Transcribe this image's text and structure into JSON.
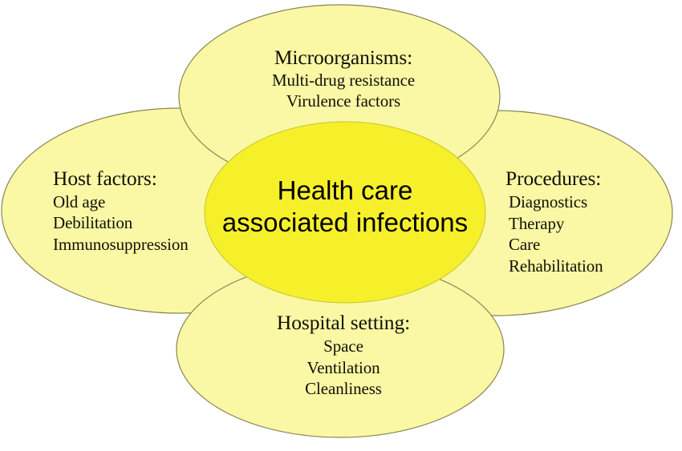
{
  "diagram": {
    "title": "Health care associated infections",
    "type": "flower-venn-diagram",
    "core": {
      "name": "core-ellipse",
      "line1": "Health care",
      "line2": "associated infections",
      "fill_color": "#F6F02B",
      "text_color": "#000000"
    },
    "petal_fill_color": "#FAF8A4",
    "petal_stroke_color": "#8A8455",
    "petal_text_color": "#111008",
    "background_color": "#FFFFFF",
    "petals": [
      {
        "name": "microorganisms",
        "position": "top",
        "title": "Microorganisms:",
        "items": [
          "Multi-drug resistance",
          "Virulence factors"
        ]
      },
      {
        "name": "host-factors",
        "position": "left",
        "title": "Host factors:",
        "items": [
          "Old age",
          "Debilitation",
          "Immunosuppression"
        ]
      },
      {
        "name": "procedures",
        "position": "right",
        "title": "Procedures:",
        "items": [
          "Diagnostics",
          "Therapy",
          "Care",
          "Rehabilitation"
        ]
      },
      {
        "name": "hospital-setting",
        "position": "bottom",
        "title": "Hospital setting:",
        "items": [
          "Space",
          "Ventilation",
          "Cleanliness"
        ]
      }
    ]
  }
}
